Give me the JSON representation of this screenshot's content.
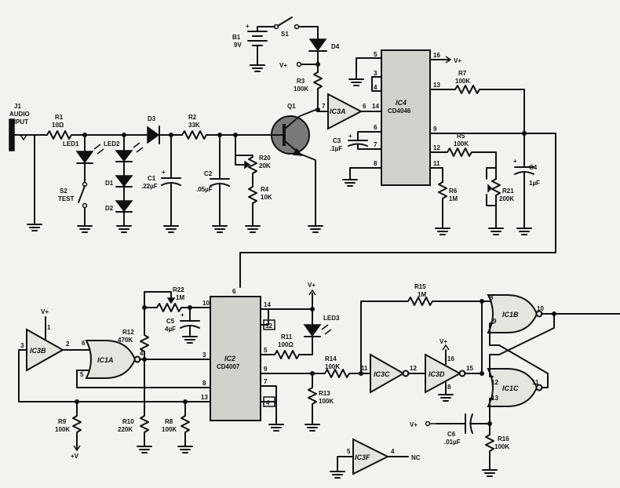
{
  "components": {
    "j1": [
      "J1",
      "AUDIO",
      "INPUT"
    ],
    "r1": [
      "R1",
      "10Ω"
    ],
    "led1": "LED1",
    "led2": "LED2",
    "d1": "D1",
    "d2": "D2",
    "d3": "D3",
    "s2": [
      "S2",
      "TEST"
    ],
    "r2": [
      "R2",
      "33K"
    ],
    "c1": [
      "C1",
      ".22µF"
    ],
    "c2": [
      "C2",
      ".05µF"
    ],
    "r20": [
      "R20",
      "20K"
    ],
    "r4": [
      "R4",
      "10K"
    ],
    "q1": "Q1",
    "b1": [
      "B1",
      "9V"
    ],
    "s1": "S1",
    "d4": "D4",
    "r3": [
      "R3",
      "100K"
    ],
    "ic3a": "IC3A",
    "ic4": [
      "IC4",
      "CD4046"
    ],
    "c3": [
      "C3",
      ".1µF"
    ],
    "r7": [
      "R7",
      "100K"
    ],
    "r5": [
      "R5",
      "100K"
    ],
    "r6": [
      "R6",
      "1M"
    ],
    "r21": [
      "R21",
      "200K"
    ],
    "c4": [
      "C4",
      "1µF"
    ],
    "ic3b": "IC3B",
    "ic1a": "IC1A",
    "r12": [
      "R12",
      "470K"
    ],
    "r22": [
      "R22",
      "1M"
    ],
    "c5": [
      "C5",
      "4µF"
    ],
    "ic2": [
      "IC2",
      "CD4007"
    ],
    "r10": [
      "R10",
      "220K"
    ],
    "r8": [
      "R8",
      "100K"
    ],
    "r9": [
      "R9",
      "100K"
    ],
    "r11": [
      "R11",
      "100Ω"
    ],
    "led3": "LED3",
    "r13": [
      "R13",
      "100K"
    ],
    "r14": [
      "R14",
      "100K"
    ],
    "r15": [
      "R15",
      "1M"
    ],
    "ic3c": "IC3C",
    "ic3d": "IC3D",
    "ic1b": "IC1B",
    "ic1c": "IC1C",
    "c6": [
      "C6",
      ".01µF"
    ],
    "r16": [
      "R16",
      "100K"
    ],
    "ic3f": "IC3F"
  },
  "nets": {
    "vplus": "V+",
    "plus_v": "+V",
    "nc": "NC",
    "pos": "+"
  },
  "pins": {
    "ic4": [
      "5",
      "3",
      "4",
      "14",
      "6",
      "7",
      "8",
      "16",
      "13",
      "9",
      "12",
      "11"
    ],
    "ic3a": [
      "7",
      "6"
    ],
    "ic3b": [
      "1",
      "3",
      "2"
    ],
    "ic1a": [
      "6",
      "5",
      "4"
    ],
    "ic2": [
      "10",
      "3",
      "8",
      "13",
      "6",
      "14",
      "12",
      "5",
      "9",
      "7",
      "4"
    ],
    "ic3c": [
      "11",
      "12"
    ],
    "ic3d": [
      "16",
      "15",
      "8"
    ],
    "ic1b": [
      "8",
      "9",
      "10"
    ],
    "ic1c": [
      "12",
      "13",
      "11"
    ],
    "ic3f": [
      "5",
      "4"
    ]
  }
}
